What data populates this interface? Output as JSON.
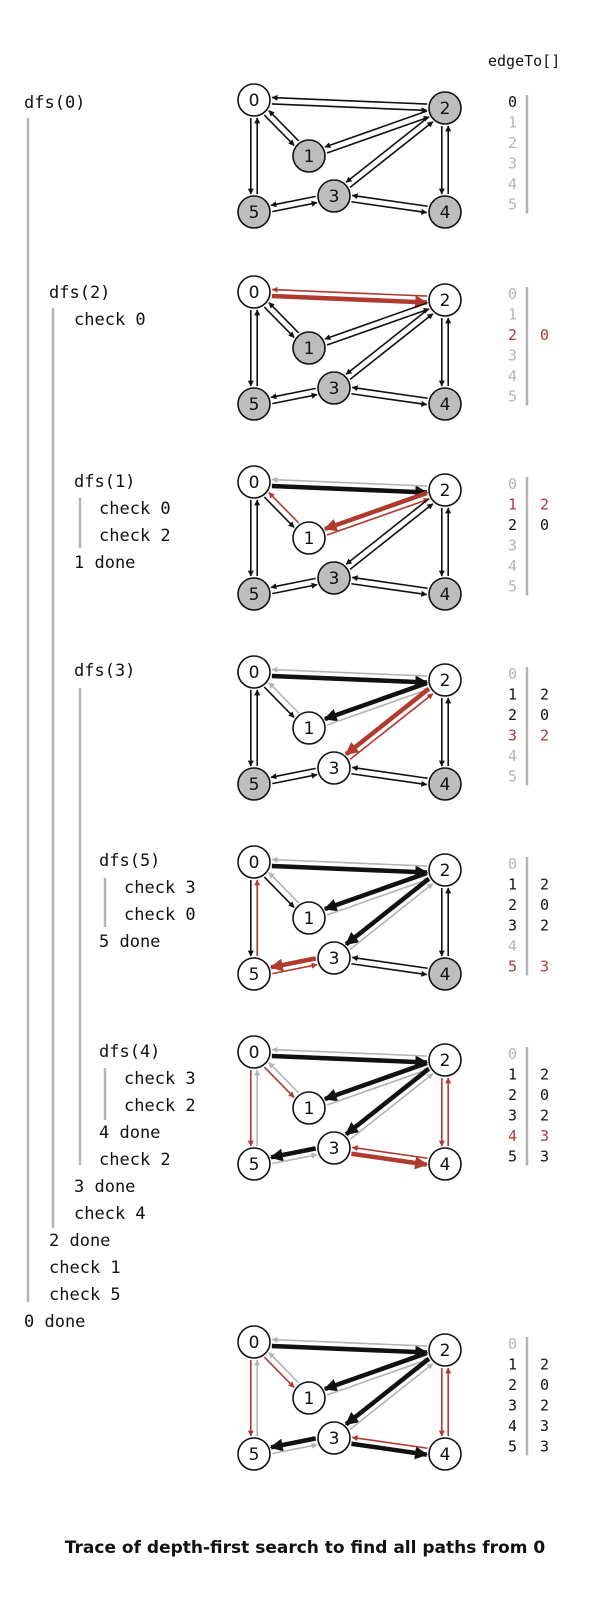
{
  "header": {
    "edge_to_label": "edgeTo[]"
  },
  "caption": "Trace of depth-first search to find all paths from 0",
  "colors": {
    "black": "#111111",
    "gray": "#b4b4b4",
    "red": "#b03a2e",
    "fill_gray": "#bdbdbd"
  },
  "trace_lines": [
    "dfs(0)",
    "dfs(2)",
    "check 0",
    "dfs(1)",
    "check 0",
    "check 2",
    "1 done",
    "dfs(3)",
    "dfs(5)",
    "check 3",
    "check 0",
    "5 done",
    "dfs(4)",
    "check 3",
    "check 2",
    "4 done",
    "check 2",
    "3 done",
    "check 4",
    "2 done",
    "check 1",
    "check 5",
    "0 done"
  ],
  "vertex_labels": [
    "0",
    "1",
    "2",
    "3",
    "4",
    "5"
  ],
  "panels": [
    {
      "marked": [
        true,
        false,
        false,
        false,
        false,
        false
      ],
      "edges": [
        [
          "0",
          "2",
          "black",
          false
        ],
        [
          "2",
          "0",
          "black",
          false
        ],
        [
          "0",
          "1",
          "black",
          false
        ],
        [
          "1",
          "0",
          "black",
          false
        ],
        [
          "0",
          "5",
          "black",
          false
        ],
        [
          "5",
          "0",
          "black",
          false
        ],
        [
          "1",
          "2",
          "black",
          false
        ],
        [
          "2",
          "1",
          "black",
          false
        ],
        [
          "2",
          "3",
          "black",
          false
        ],
        [
          "3",
          "2",
          "black",
          false
        ],
        [
          "2",
          "4",
          "black",
          false
        ],
        [
          "4",
          "2",
          "black",
          false
        ],
        [
          "3",
          "4",
          "black",
          false
        ],
        [
          "4",
          "3",
          "black",
          false
        ],
        [
          "3",
          "5",
          "black",
          false
        ],
        [
          "5",
          "3",
          "black",
          false
        ]
      ],
      "edge_to": [
        {
          "v": "0",
          "to": "",
          "state": "normal"
        },
        {
          "v": "1",
          "to": "",
          "state": "faded"
        },
        {
          "v": "2",
          "to": "",
          "state": "faded"
        },
        {
          "v": "3",
          "to": "",
          "state": "faded"
        },
        {
          "v": "4",
          "to": "",
          "state": "faded"
        },
        {
          "v": "5",
          "to": "",
          "state": "faded"
        }
      ]
    },
    {
      "marked": [
        true,
        false,
        true,
        false,
        false,
        false
      ],
      "edges": [
        [
          "0",
          "2",
          "red",
          true
        ],
        [
          "2",
          "0",
          "red",
          false
        ],
        [
          "0",
          "1",
          "black",
          false
        ],
        [
          "1",
          "0",
          "black",
          false
        ],
        [
          "0",
          "5",
          "black",
          false
        ],
        [
          "5",
          "0",
          "black",
          false
        ],
        [
          "1",
          "2",
          "black",
          false
        ],
        [
          "2",
          "1",
          "black",
          false
        ],
        [
          "2",
          "3",
          "black",
          false
        ],
        [
          "3",
          "2",
          "black",
          false
        ],
        [
          "2",
          "4",
          "black",
          false
        ],
        [
          "4",
          "2",
          "black",
          false
        ],
        [
          "3",
          "4",
          "black",
          false
        ],
        [
          "4",
          "3",
          "black",
          false
        ],
        [
          "3",
          "5",
          "black",
          false
        ],
        [
          "5",
          "3",
          "black",
          false
        ]
      ],
      "edge_to": [
        {
          "v": "0",
          "to": "",
          "state": "faded"
        },
        {
          "v": "1",
          "to": "",
          "state": "faded"
        },
        {
          "v": "2",
          "to": "0",
          "state": "new"
        },
        {
          "v": "3",
          "to": "",
          "state": "faded"
        },
        {
          "v": "4",
          "to": "",
          "state": "faded"
        },
        {
          "v": "5",
          "to": "",
          "state": "faded"
        }
      ]
    },
    {
      "marked": [
        true,
        true,
        true,
        false,
        false,
        false
      ],
      "edges": [
        [
          "0",
          "2",
          "black",
          true
        ],
        [
          "2",
          "0",
          "gray",
          false
        ],
        [
          "0",
          "1",
          "black",
          false
        ],
        [
          "1",
          "0",
          "red",
          false
        ],
        [
          "0",
          "5",
          "black",
          false
        ],
        [
          "5",
          "0",
          "black",
          false
        ],
        [
          "2",
          "1",
          "red",
          true
        ],
        [
          "1",
          "2",
          "red",
          false
        ],
        [
          "2",
          "3",
          "black",
          false
        ],
        [
          "3",
          "2",
          "black",
          false
        ],
        [
          "2",
          "4",
          "black",
          false
        ],
        [
          "4",
          "2",
          "black",
          false
        ],
        [
          "3",
          "4",
          "black",
          false
        ],
        [
          "4",
          "3",
          "black",
          false
        ],
        [
          "3",
          "5",
          "black",
          false
        ],
        [
          "5",
          "3",
          "black",
          false
        ]
      ],
      "edge_to": [
        {
          "v": "0",
          "to": "",
          "state": "faded"
        },
        {
          "v": "1",
          "to": "2",
          "state": "new"
        },
        {
          "v": "2",
          "to": "0",
          "state": "normal"
        },
        {
          "v": "3",
          "to": "",
          "state": "faded"
        },
        {
          "v": "4",
          "to": "",
          "state": "faded"
        },
        {
          "v": "5",
          "to": "",
          "state": "faded"
        }
      ]
    },
    {
      "marked": [
        true,
        true,
        true,
        true,
        false,
        false
      ],
      "edges": [
        [
          "0",
          "2",
          "black",
          true
        ],
        [
          "2",
          "0",
          "gray",
          false
        ],
        [
          "0",
          "1",
          "black",
          false
        ],
        [
          "1",
          "0",
          "gray",
          false
        ],
        [
          "0",
          "5",
          "black",
          false
        ],
        [
          "5",
          "0",
          "black",
          false
        ],
        [
          "2",
          "1",
          "black",
          true
        ],
        [
          "1",
          "2",
          "gray",
          false
        ],
        [
          "2",
          "3",
          "red",
          true
        ],
        [
          "3",
          "2",
          "red",
          false
        ],
        [
          "2",
          "4",
          "black",
          false
        ],
        [
          "4",
          "2",
          "black",
          false
        ],
        [
          "3",
          "4",
          "black",
          false
        ],
        [
          "4",
          "3",
          "black",
          false
        ],
        [
          "3",
          "5",
          "black",
          false
        ],
        [
          "5",
          "3",
          "black",
          false
        ]
      ],
      "edge_to": [
        {
          "v": "0",
          "to": "",
          "state": "faded"
        },
        {
          "v": "1",
          "to": "2",
          "state": "normal"
        },
        {
          "v": "2",
          "to": "0",
          "state": "normal"
        },
        {
          "v": "3",
          "to": "2",
          "state": "new"
        },
        {
          "v": "4",
          "to": "",
          "state": "faded"
        },
        {
          "v": "5",
          "to": "",
          "state": "faded"
        }
      ]
    },
    {
      "marked": [
        true,
        true,
        true,
        true,
        false,
        true
      ],
      "edges": [
        [
          "0",
          "2",
          "black",
          true
        ],
        [
          "2",
          "0",
          "gray",
          false
        ],
        [
          "0",
          "1",
          "black",
          false
        ],
        [
          "1",
          "0",
          "gray",
          false
        ],
        [
          "0",
          "5",
          "black",
          false
        ],
        [
          "5",
          "0",
          "red",
          false
        ],
        [
          "2",
          "1",
          "black",
          true
        ],
        [
          "1",
          "2",
          "gray",
          false
        ],
        [
          "2",
          "3",
          "black",
          true
        ],
        [
          "3",
          "2",
          "gray",
          false
        ],
        [
          "2",
          "4",
          "black",
          false
        ],
        [
          "4",
          "2",
          "black",
          false
        ],
        [
          "3",
          "4",
          "black",
          false
        ],
        [
          "4",
          "3",
          "black",
          false
        ],
        [
          "3",
          "5",
          "red",
          true
        ],
        [
          "5",
          "3",
          "red",
          false
        ]
      ],
      "edge_to": [
        {
          "v": "0",
          "to": "",
          "state": "faded"
        },
        {
          "v": "1",
          "to": "2",
          "state": "normal"
        },
        {
          "v": "2",
          "to": "0",
          "state": "normal"
        },
        {
          "v": "3",
          "to": "2",
          "state": "normal"
        },
        {
          "v": "4",
          "to": "",
          "state": "faded"
        },
        {
          "v": "5",
          "to": "3",
          "state": "new"
        }
      ]
    },
    {
      "marked": [
        true,
        true,
        true,
        true,
        true,
        true
      ],
      "edges": [
        [
          "0",
          "2",
          "black",
          true
        ],
        [
          "2",
          "0",
          "gray",
          false
        ],
        [
          "0",
          "1",
          "red",
          false
        ],
        [
          "1",
          "0",
          "gray",
          false
        ],
        [
          "0",
          "5",
          "red",
          false
        ],
        [
          "5",
          "0",
          "gray",
          false
        ],
        [
          "2",
          "1",
          "black",
          true
        ],
        [
          "1",
          "2",
          "gray",
          false
        ],
        [
          "2",
          "3",
          "black",
          true
        ],
        [
          "3",
          "2",
          "gray",
          false
        ],
        [
          "2",
          "4",
          "red",
          false
        ],
        [
          "4",
          "2",
          "red",
          false
        ],
        [
          "3",
          "4",
          "red",
          true
        ],
        [
          "4",
          "3",
          "red",
          false
        ],
        [
          "3",
          "5",
          "black",
          true
        ],
        [
          "5",
          "3",
          "gray",
          false
        ]
      ],
      "edge_to": [
        {
          "v": "0",
          "to": "",
          "state": "faded"
        },
        {
          "v": "1",
          "to": "2",
          "state": "normal"
        },
        {
          "v": "2",
          "to": "0",
          "state": "normal"
        },
        {
          "v": "3",
          "to": "2",
          "state": "normal"
        },
        {
          "v": "4",
          "to": "3",
          "state": "new"
        },
        {
          "v": "5",
          "to": "3",
          "state": "normal"
        }
      ]
    },
    {
      "marked": [
        true,
        true,
        true,
        true,
        true,
        true
      ],
      "edges": [
        [
          "0",
          "2",
          "black",
          true
        ],
        [
          "2",
          "0",
          "gray",
          false
        ],
        [
          "0",
          "1",
          "red",
          false
        ],
        [
          "1",
          "0",
          "gray",
          false
        ],
        [
          "0",
          "5",
          "red",
          false
        ],
        [
          "5",
          "0",
          "gray",
          false
        ],
        [
          "2",
          "1",
          "black",
          true
        ],
        [
          "1",
          "2",
          "gray",
          false
        ],
        [
          "2",
          "3",
          "black",
          true
        ],
        [
          "3",
          "2",
          "gray",
          false
        ],
        [
          "2",
          "4",
          "red",
          false
        ],
        [
          "4",
          "2",
          "red",
          false
        ],
        [
          "3",
          "4",
          "black",
          true
        ],
        [
          "4",
          "3",
          "red",
          false
        ],
        [
          "3",
          "5",
          "black",
          true
        ],
        [
          "5",
          "3",
          "gray",
          false
        ]
      ],
      "edge_to": [
        {
          "v": "0",
          "to": "",
          "state": "faded"
        },
        {
          "v": "1",
          "to": "2",
          "state": "normal"
        },
        {
          "v": "2",
          "to": "0",
          "state": "normal"
        },
        {
          "v": "3",
          "to": "2",
          "state": "normal"
        },
        {
          "v": "4",
          "to": "3",
          "state": "normal"
        },
        {
          "v": "5",
          "to": "3",
          "state": "normal"
        }
      ]
    }
  ]
}
